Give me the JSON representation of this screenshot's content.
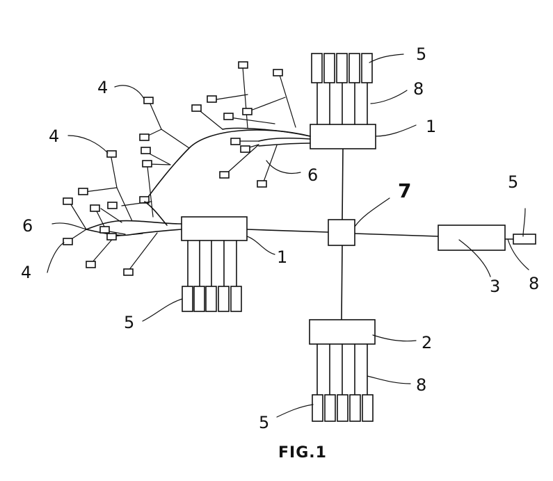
{
  "figure": {
    "caption": "FIG.1",
    "labels": {
      "l1_top": "1",
      "l1_left": "1",
      "l2": "2",
      "l3": "3",
      "l4_a": "4",
      "l4_b": "4",
      "l4_c": "4",
      "l5_top": "5",
      "l5_right": "5",
      "l5_left": "5",
      "l5_bottom": "5",
      "l6_a": "6",
      "l6_b": "6",
      "l7": "7",
      "l8_top": "8",
      "l8_right": "8",
      "l8_bottom": "8"
    }
  }
}
